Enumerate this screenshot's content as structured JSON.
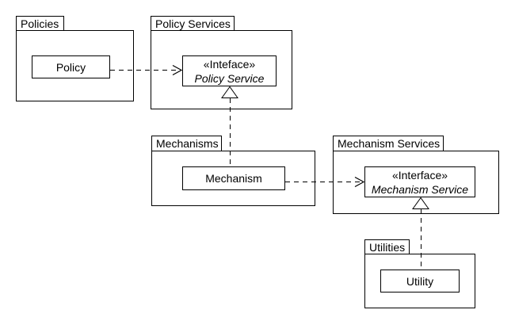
{
  "colors": {
    "line": "#000000",
    "background": "#ffffff",
    "shape_fill": "#ffffff",
    "text": "#000000"
  },
  "packages": {
    "policies": {
      "label": "Policies"
    },
    "policy_services": {
      "label": "Policy Services"
    },
    "mechanisms": {
      "label": "Mechanisms"
    },
    "mechanism_services": {
      "label": "Mechanism Services"
    },
    "utilities": {
      "label": "Utilities"
    }
  },
  "classes": {
    "policy": {
      "label": "Policy"
    },
    "mechanism": {
      "label": "Mechanism"
    },
    "utility": {
      "label": "Utility"
    }
  },
  "interfaces": {
    "policy_service": {
      "stereotype": "«Inteface»",
      "name": "Policy Service"
    },
    "mechanism_service": {
      "stereotype": "«Interface»",
      "name": "Mechanism Service"
    }
  },
  "relationships": [
    {
      "type": "dependency",
      "from": "Policy",
      "to": "Policy Service",
      "line": "dashed",
      "arrowhead": "open"
    },
    {
      "type": "realization",
      "from": "Mechanism",
      "to": "Policy Service",
      "line": "dashed",
      "arrowhead": "hollow-triangle"
    },
    {
      "type": "dependency",
      "from": "Mechanism",
      "to": "Mechanism Service",
      "line": "dashed",
      "arrowhead": "open"
    },
    {
      "type": "realization",
      "from": "Utility",
      "to": "Mechanism Service",
      "line": "dashed",
      "arrowhead": "hollow-triangle"
    }
  ]
}
